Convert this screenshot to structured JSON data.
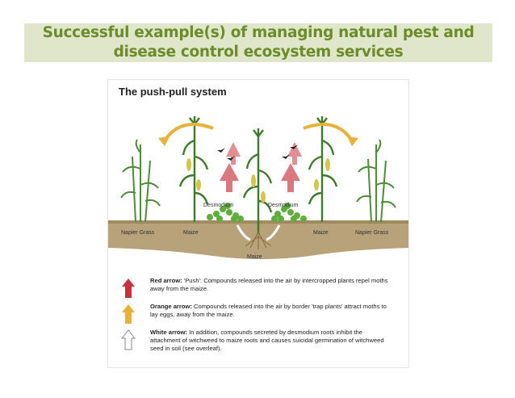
{
  "title": "Successful example(s) of managing natural pest and disease control ecosystem services",
  "figure": {
    "heading": "The push-pull system",
    "labels": {
      "desmodium_left": "Desmodium",
      "desmodium_right": "Desmodium",
      "napier_left": "Napier Grass",
      "maize_left": "Maize",
      "maize_right": "Maize",
      "napier_right": "Napier Grass",
      "maize_center": "Maize"
    },
    "legend": [
      {
        "icon": "red-arrow-icon",
        "color": "#c8323c",
        "term": "Red arrow:",
        "text": " 'Push': Compounds released into the air by intercropped plants repel moths away from the maize."
      },
      {
        "icon": "orange-arrow-icon",
        "color": "#e8b23a",
        "term": "Orange arrow:",
        "text": " Compounds released into the air by border 'trap plants' attract moths to lay eggs, away from the maize."
      },
      {
        "icon": "white-arrow-icon",
        "color": "#ffffff",
        "term": "White arrow:",
        "text": " In addition, compounds secreted by desmodium roots inhibit the attachment of witchweed to maize roots and causes suicidal germination of witchweed seed in soil (see overleaf)."
      }
    ]
  },
  "colors": {
    "title_bg": "#dfe6c9",
    "title_text": "#6c8c2a",
    "soil": "#b8a27a",
    "leaf": "#4e8c3a",
    "desmodium": "#5fae3c"
  }
}
